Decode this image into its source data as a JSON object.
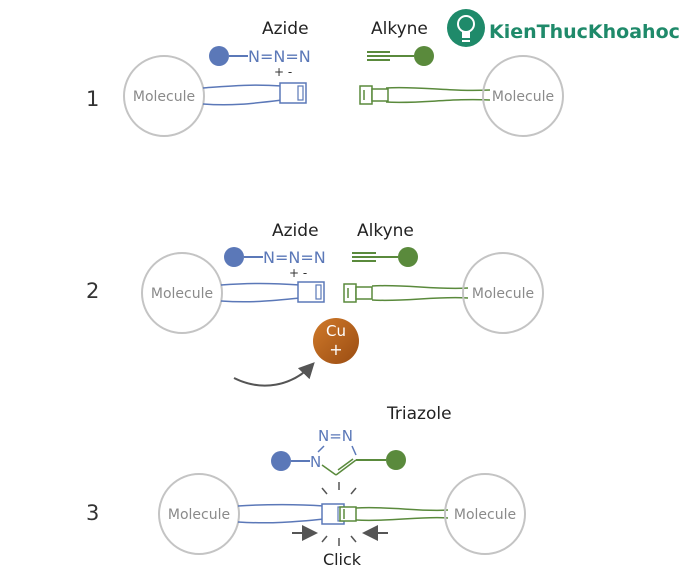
{
  "watermark": {
    "text": "KienThucKhoahoc.org",
    "color": "#1f8a6a",
    "icon": "lightbulb-icon"
  },
  "colors": {
    "azide": "#5b78b8",
    "alkyne": "#5a8a3c",
    "molecule_stroke": "#c4c4c4",
    "molecule_text": "#8a8a8a",
    "step_number": "#333333",
    "copper": "#b8621d",
    "arrow": "#555555"
  },
  "steps": [
    {
      "number": "1",
      "left_molecule": "Molecule",
      "right_molecule": "Molecule",
      "azide_label": "Azide",
      "alkyne_label": "Alkyne",
      "azide_formula": "N=N=N",
      "azide_charges": "+  -"
    },
    {
      "number": "2",
      "left_molecule": "Molecule",
      "right_molecule": "Molecule",
      "azide_label": "Azide",
      "alkyne_label": "Alkyne",
      "azide_formula": "N=N=N",
      "azide_charges": "+  -",
      "catalyst": {
        "top": "Cu",
        "bottom": "+"
      }
    },
    {
      "number": "3",
      "left_molecule": "Molecule",
      "right_molecule": "Molecule",
      "product_label": "Triazole",
      "ring_top": "N=N",
      "ring_left": "N",
      "click_label": "Click"
    }
  ]
}
